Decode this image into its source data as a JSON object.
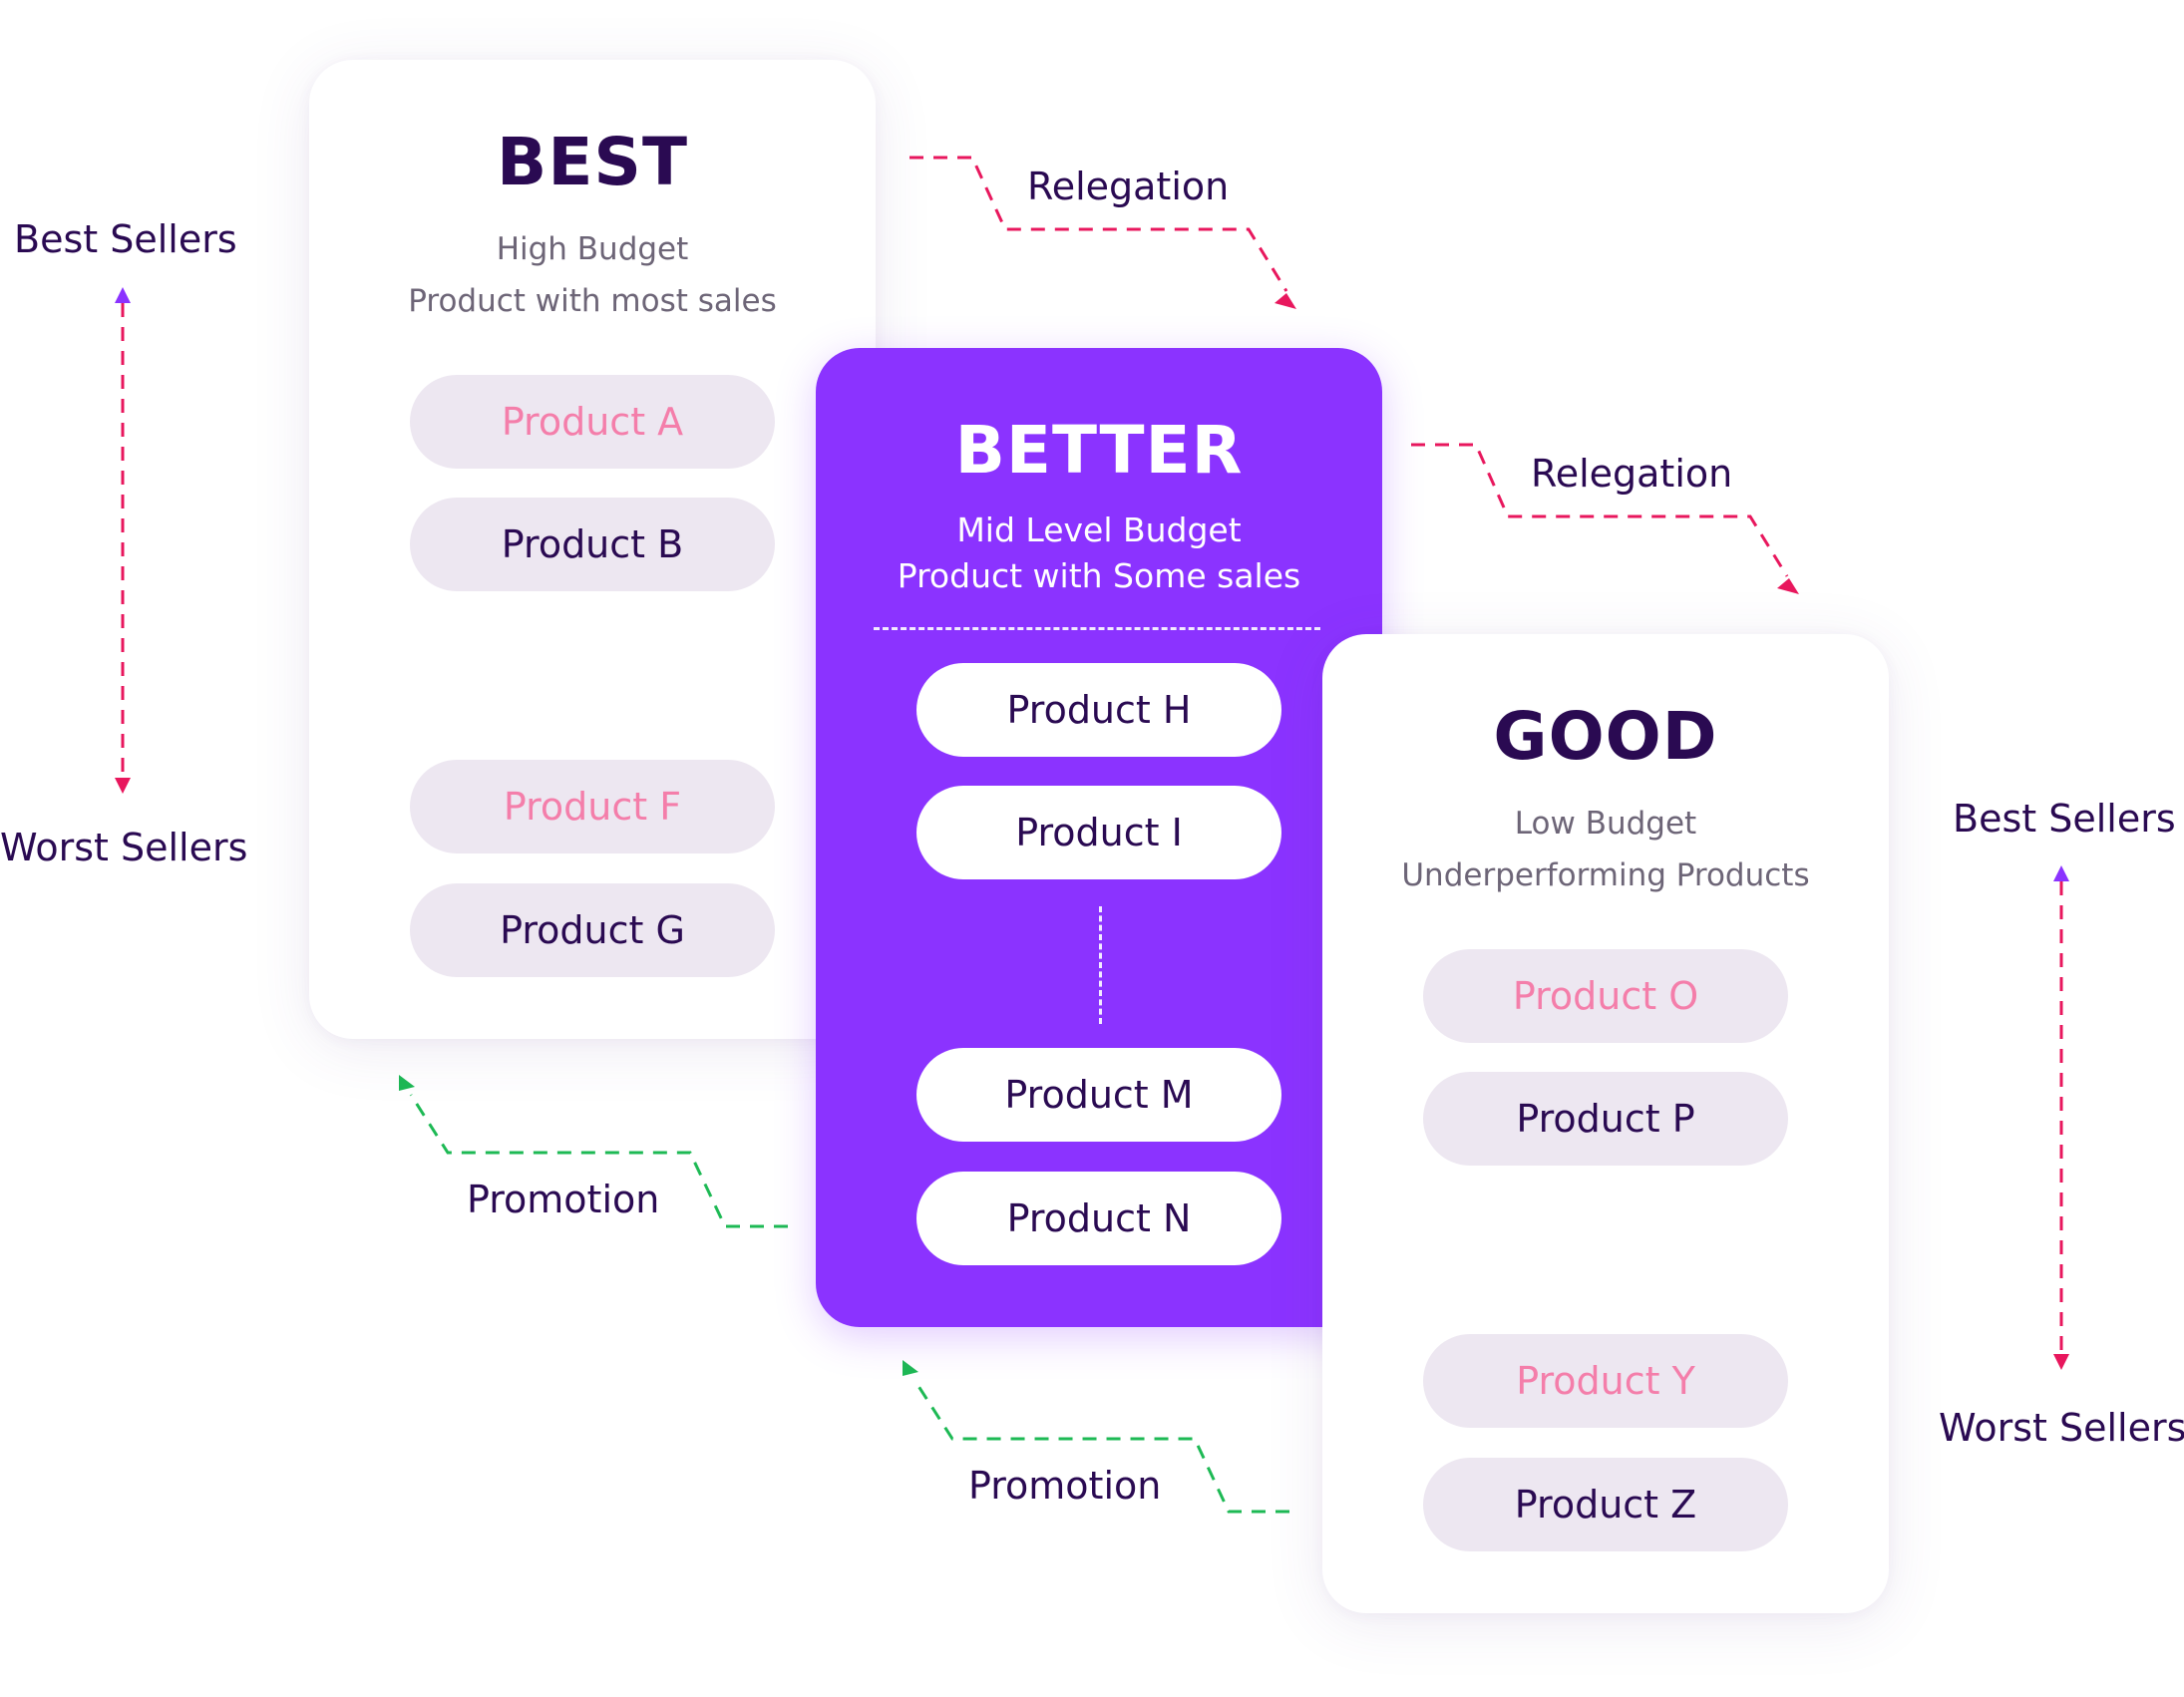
{
  "colors": {
    "dark": "#2a0a52",
    "purple": "#8b33ff",
    "pill": "#ede7f1",
    "pink_text": "#f47eaa",
    "muted": "#6d6577",
    "relegation_arrow": "#e8175d",
    "promotion_arrow": "#1db954",
    "seller_arrow_up": "#8b33ff",
    "seller_arrow_down": "#e8175d"
  },
  "left_axis": {
    "top_label": "Best Sellers",
    "bottom_label": "Worst Sellers"
  },
  "right_axis": {
    "top_label": "Best Sellers",
    "bottom_label": "Worst Sellers"
  },
  "best": {
    "title": "BEST",
    "subtitle_line1": "High Budget",
    "subtitle_line2": "Product with most sales",
    "products": [
      "Product A",
      "Product B",
      "Product F",
      "Product G"
    ]
  },
  "better": {
    "title": "BETTER",
    "subtitle_line1": "Mid Level Budget",
    "subtitle_line2": "Product with Some sales",
    "products": [
      "Product H",
      "Product I",
      "Product M",
      "Product N"
    ]
  },
  "good": {
    "title": "GOOD",
    "subtitle_line1": "Low Budget",
    "subtitle_line2": "Underperforming Products",
    "products": [
      "Product O",
      "Product P",
      "Product Y",
      "Product Z"
    ]
  },
  "connectors": {
    "relegation_1": "Relegation",
    "relegation_2": "Relegation",
    "promotion_1": "Promotion",
    "promotion_2": "Promotion"
  }
}
